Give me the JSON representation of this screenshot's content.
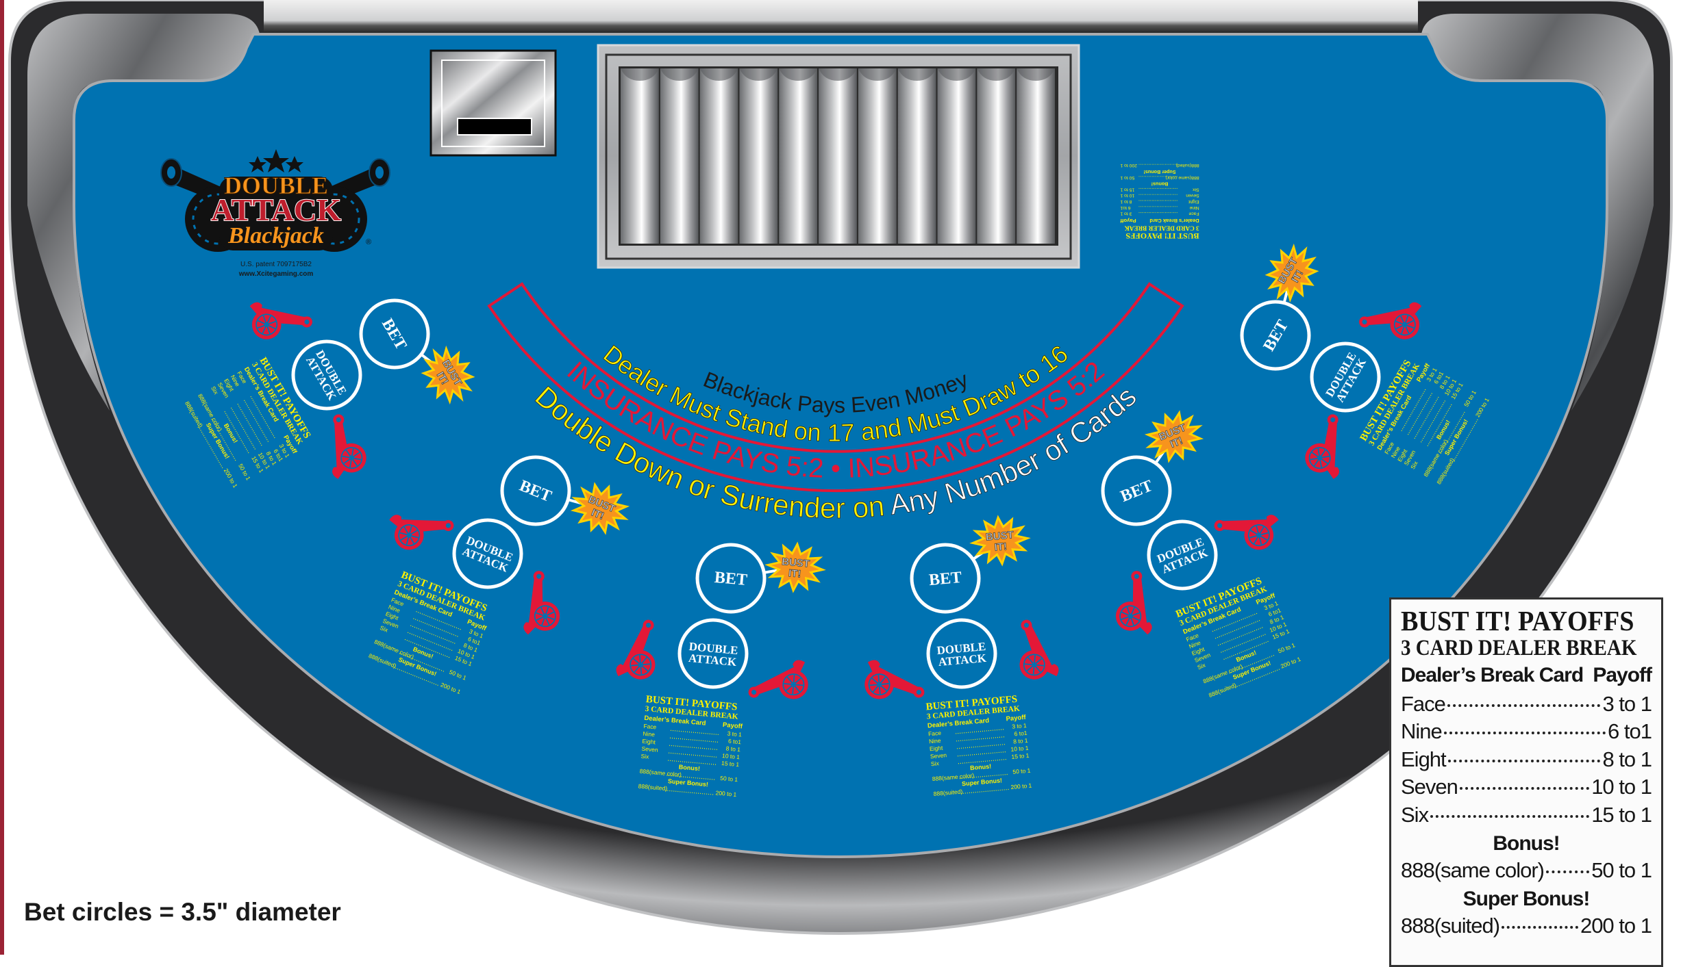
{
  "logo": {
    "line1": "DOUBLE",
    "line2": "ATTACK",
    "line3": "Blackjack",
    "registered": "®",
    "patent": "U.S. patent 7097175B2",
    "website": "www.Xcitegaming.com"
  },
  "layout_text": {
    "blackjack_pays": "Blackjack Pays Even Money",
    "dealer_rule": "Dealer Must Stand on 17 and Must Draw to 16",
    "insurance": "INSURANCE PAYS 5:2  •  INSURANCE PAYS 5:2",
    "double_down_a": "Double Down or Surrender on ",
    "double_down_b": "Any Number of Cards"
  },
  "spot_labels": {
    "bet": "BET",
    "double_attack_1": "DOUBLE",
    "double_attack_2": "ATTACK",
    "bust_1": "BUST",
    "bust_2": "IT!"
  },
  "payoffs": {
    "title": "BUST IT! PAYOFFS",
    "subtitle": "3 CARD DEALER BREAK",
    "col_card": "Dealer’s Break Card",
    "col_payoff": "Payoff",
    "rows": [
      {
        "card": "Face",
        "payoff": "3 to 1"
      },
      {
        "card": "Nine",
        "payoff": "6 to1"
      },
      {
        "card": "Eight",
        "payoff": "8 to 1"
      },
      {
        "card": "Seven",
        "payoff": "10 to 1"
      },
      {
        "card": "Six",
        "payoff": "15 to 1"
      }
    ],
    "bonus_heading": "Bonus!",
    "bonus": {
      "card": "888(same color)",
      "payoff": "50 to 1"
    },
    "super_heading": "Super Bonus!",
    "super": {
      "card": "888(suited)",
      "payoff": "200 to 1"
    }
  },
  "footer_note": "Bet circles = 3.5\" diameter",
  "colors": {
    "felt": "#0072b1",
    "yellow": "#fff200",
    "red": "#e31837",
    "orange": "#f7941d",
    "rail": "#8a8c8f"
  }
}
